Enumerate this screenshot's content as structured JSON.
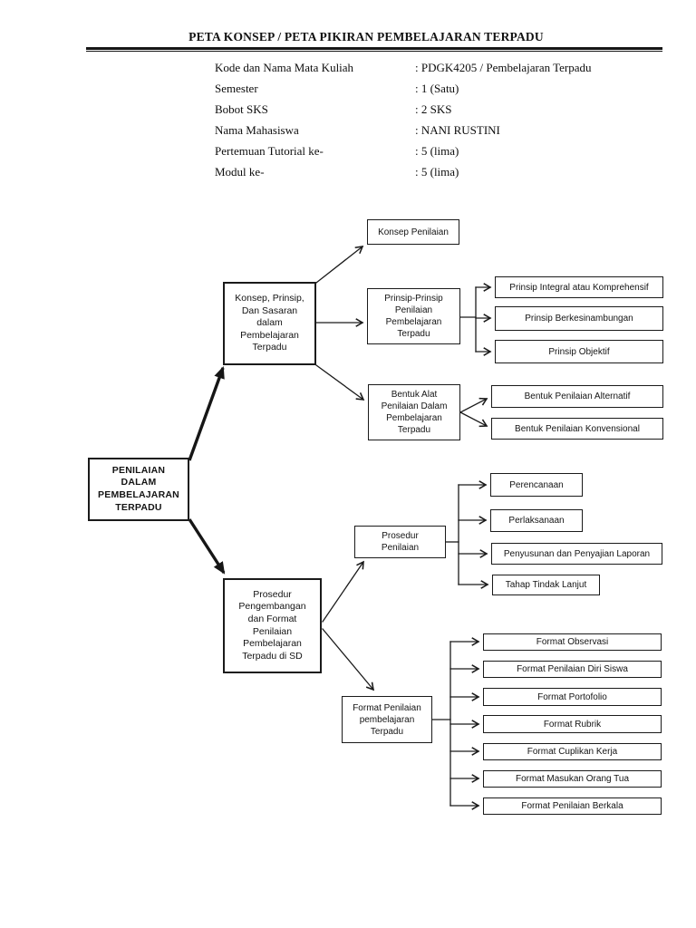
{
  "appearance": {
    "ink": "#1a1a1a",
    "background": "#ffffff"
  },
  "header": {
    "title": "PETA KONSEP / PETA PIKIRAN PEMBELAJARAN TERPADU"
  },
  "metadata": {
    "rows": [
      {
        "label": "Kode dan Nama Mata Kuliah",
        "value": ": PDGK4205 / Pembelajaran Terpadu"
      },
      {
        "label": "Semester",
        "value": ": 1 (Satu)"
      },
      {
        "label": "Bobot SKS",
        "value": ": 2 SKS"
      },
      {
        "label": "Nama Mahasiswa",
        "value": ": NANI RUSTINI"
      },
      {
        "label": "Pertemuan Tutorial ke-",
        "value": ": 5 (lima)"
      },
      {
        "label": "Modul ke-",
        "value": ": 5 (lima)"
      }
    ]
  },
  "diagram": {
    "nodes": {
      "root": "PENILAIAN\nDALAM\nPEMBELAJARAN\nTERPADU",
      "konsep_prinsip_sasaran": "Konsep, Prinsip,\nDan Sasaran\ndalam\nPembelajaran\nTerpadu",
      "konsep_penilaian": "Konsep Penilaian",
      "prinsip_prinsip": "Prinsip-Prinsip\nPenilaian\nPembelajaran\nTerpadu",
      "prinsip_integral": "Prinsip Integral atau Komprehensif",
      "prinsip_berkesinambungan": "Prinsip Berkesinambungan",
      "prinsip_objektif": "Prinsip Objektif",
      "bentuk_alat": "Bentuk Alat\nPenilaian Dalam\nPembelajaran\nTerpadu",
      "bentuk_alternatif": "Bentuk Penilaian Alternatif",
      "bentuk_konvensional": "Bentuk Penilaian Konvensional",
      "prosedur_pengembangan": "Prosedur\nPengembangan\ndan Format\nPenilaian\nPembelajaran\nTerpadu di SD",
      "prosedur_penilaian": "Prosedur\nPenilaian",
      "perencanaan": "Perencanaan",
      "perlaksanaan": "Perlaksanaan",
      "penyusunan_laporan": "Penyusunan dan Penyajian Laporan",
      "tahap_tindak_lanjut": "Tahap Tindak Lanjut",
      "format_penilaian": "Format Penilaian\npembelajaran\nTerpadu",
      "format_observasi": "Format Observasi",
      "format_penilaian_diri_siswa": "Format Penilaian Diri Siswa",
      "format_portofolio": "Format Portofolio",
      "format_rubrik": "Format Rubrik",
      "format_cuplikan_kerja": "Format Cuplikan Kerja",
      "format_masukan_orang_tua": "Format Masukan Orang Tua",
      "format_penilaian_berkala": "Format Penilaian Berkala"
    }
  }
}
